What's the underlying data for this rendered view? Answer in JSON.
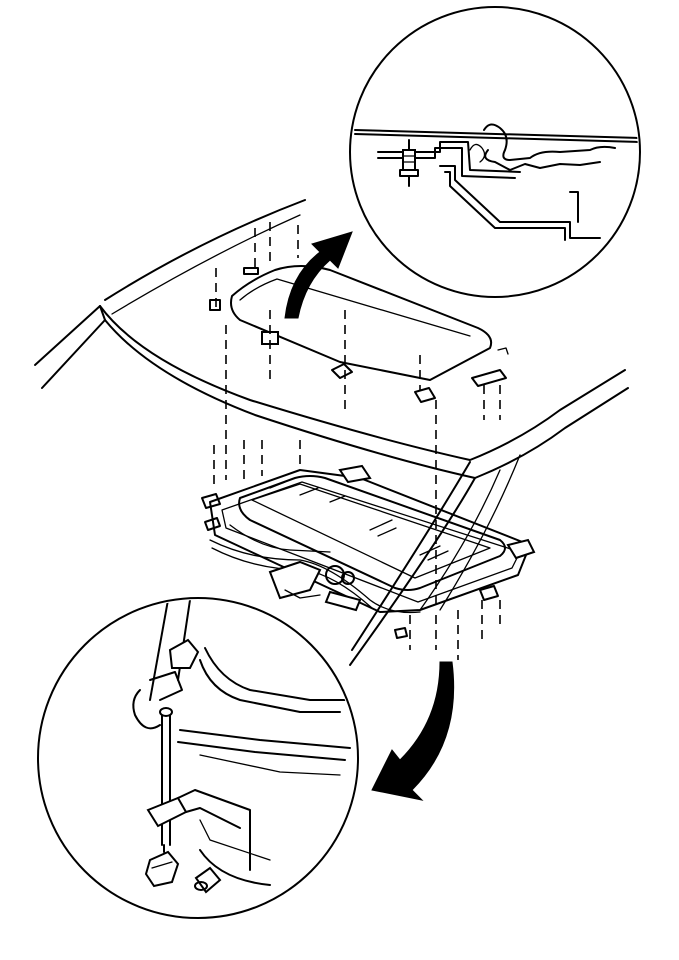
{
  "figure": {
    "text_labels": [],
    "colors": {
      "line": "#000000",
      "background": "#ffffff"
    },
    "callouts": [
      {
        "name": "roof-edge-section-detail",
        "position": "top-right"
      },
      {
        "name": "sunroof-mounting-bolt-detail",
        "position": "bottom-left"
      }
    ]
  }
}
